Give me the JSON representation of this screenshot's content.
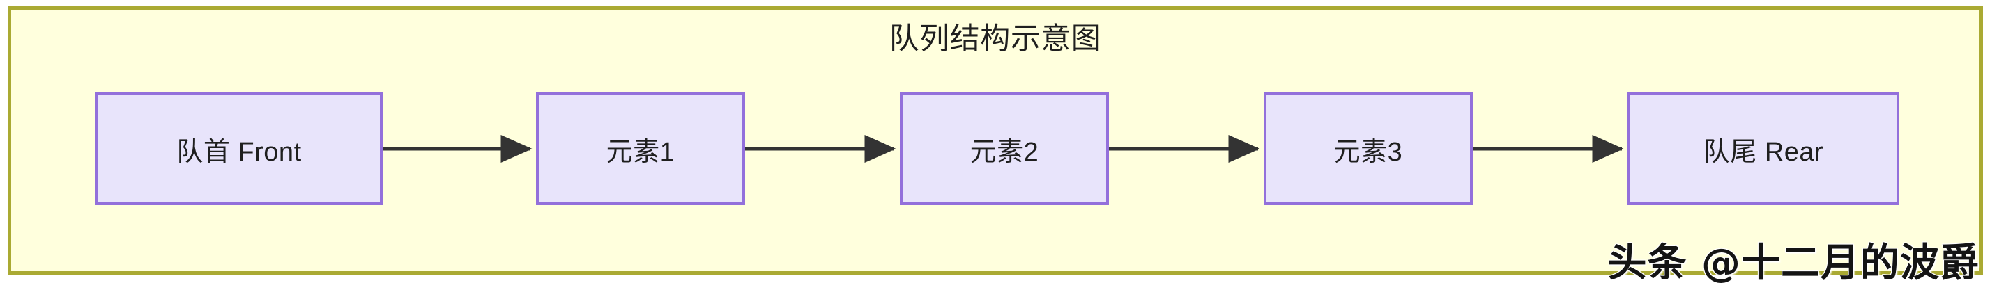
{
  "diagram": {
    "title": "队列结构示意图",
    "panel": {
      "background_color": "#ffffdd",
      "border_color": "#aaaa33"
    },
    "node_style": {
      "fill_color": "#e8e4fb",
      "border_color": "#9370db",
      "text_color": "#1f1f1f"
    },
    "connector_style": {
      "line_color": "#333333",
      "arrowhead": "solid-triangle"
    },
    "nodes": [
      {
        "id": "front",
        "label": "队首 Front",
        "role": "queue-front"
      },
      {
        "id": "element1",
        "label": "元素1",
        "role": "queue-element"
      },
      {
        "id": "element2",
        "label": "元素2",
        "role": "queue-element"
      },
      {
        "id": "element3",
        "label": "元素3",
        "role": "queue-element"
      },
      {
        "id": "rear",
        "label": "队尾 Rear",
        "role": "queue-rear"
      }
    ],
    "connectors": [
      {
        "from": "front",
        "to": "element1",
        "direction": "right"
      },
      {
        "from": "element1",
        "to": "element2",
        "direction": "right"
      },
      {
        "from": "element2",
        "to": "element3",
        "direction": "right"
      },
      {
        "from": "element3",
        "to": "rear",
        "direction": "right"
      }
    ]
  },
  "watermark": {
    "text": "头条 @十二月的波爵"
  }
}
